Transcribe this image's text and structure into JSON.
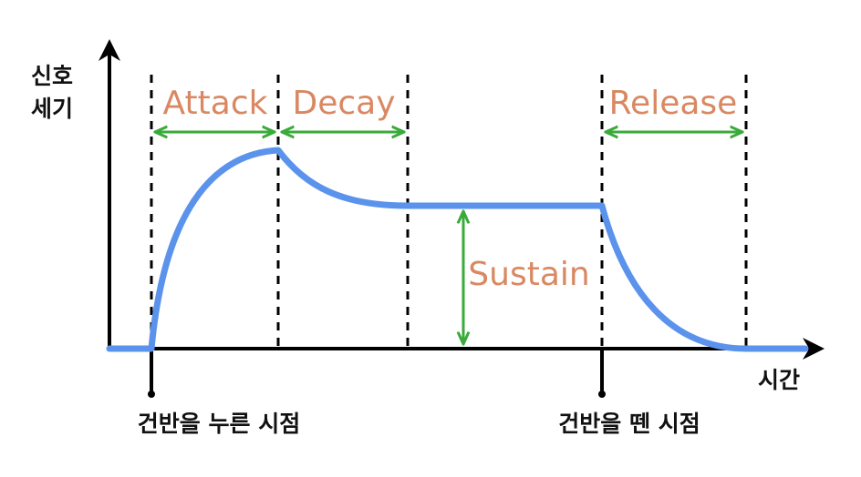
{
  "axes": {
    "y_label_line1": "신호",
    "y_label_line2": "세기",
    "x_label": "시간"
  },
  "phases": {
    "attack": "Attack",
    "decay": "Decay",
    "sustain": "Sustain",
    "release": "Release"
  },
  "events": {
    "key_press": "건반을 누른 시점",
    "key_release": "건반을 뗀 시점"
  },
  "colors": {
    "envelope": "#5b93ec",
    "arrows": "#3aaa3a",
    "phase_text": "#d98862",
    "axes": "#000000"
  }
}
